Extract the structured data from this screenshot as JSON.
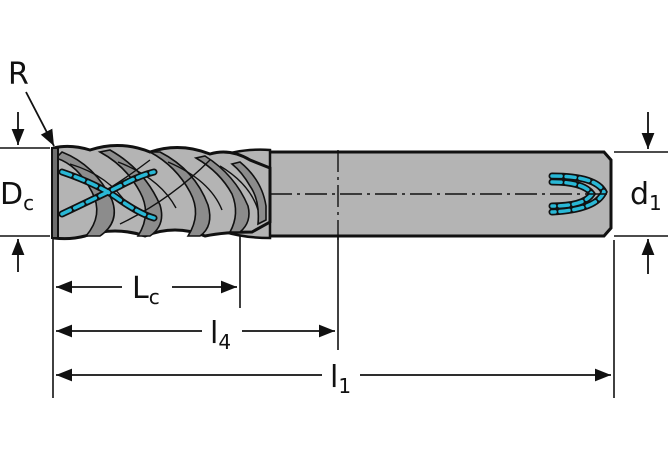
{
  "labels": {
    "corner_radius": "R",
    "cutting_diameter": {
      "main": "D",
      "sub": "c"
    },
    "shank_diameter": {
      "main": "d",
      "sub": "1"
    },
    "cutting_length": {
      "main": "L",
      "sub": "c"
    },
    "length_l4": {
      "main": "l",
      "sub": "4"
    },
    "overall_length": {
      "main": "l",
      "sub": "1"
    }
  },
  "colors": {
    "tool_body": "#b4b4b4",
    "outline": "#111111",
    "coolant_channels": "#29b8d6",
    "flute_shadow": "#8c8c8c"
  }
}
